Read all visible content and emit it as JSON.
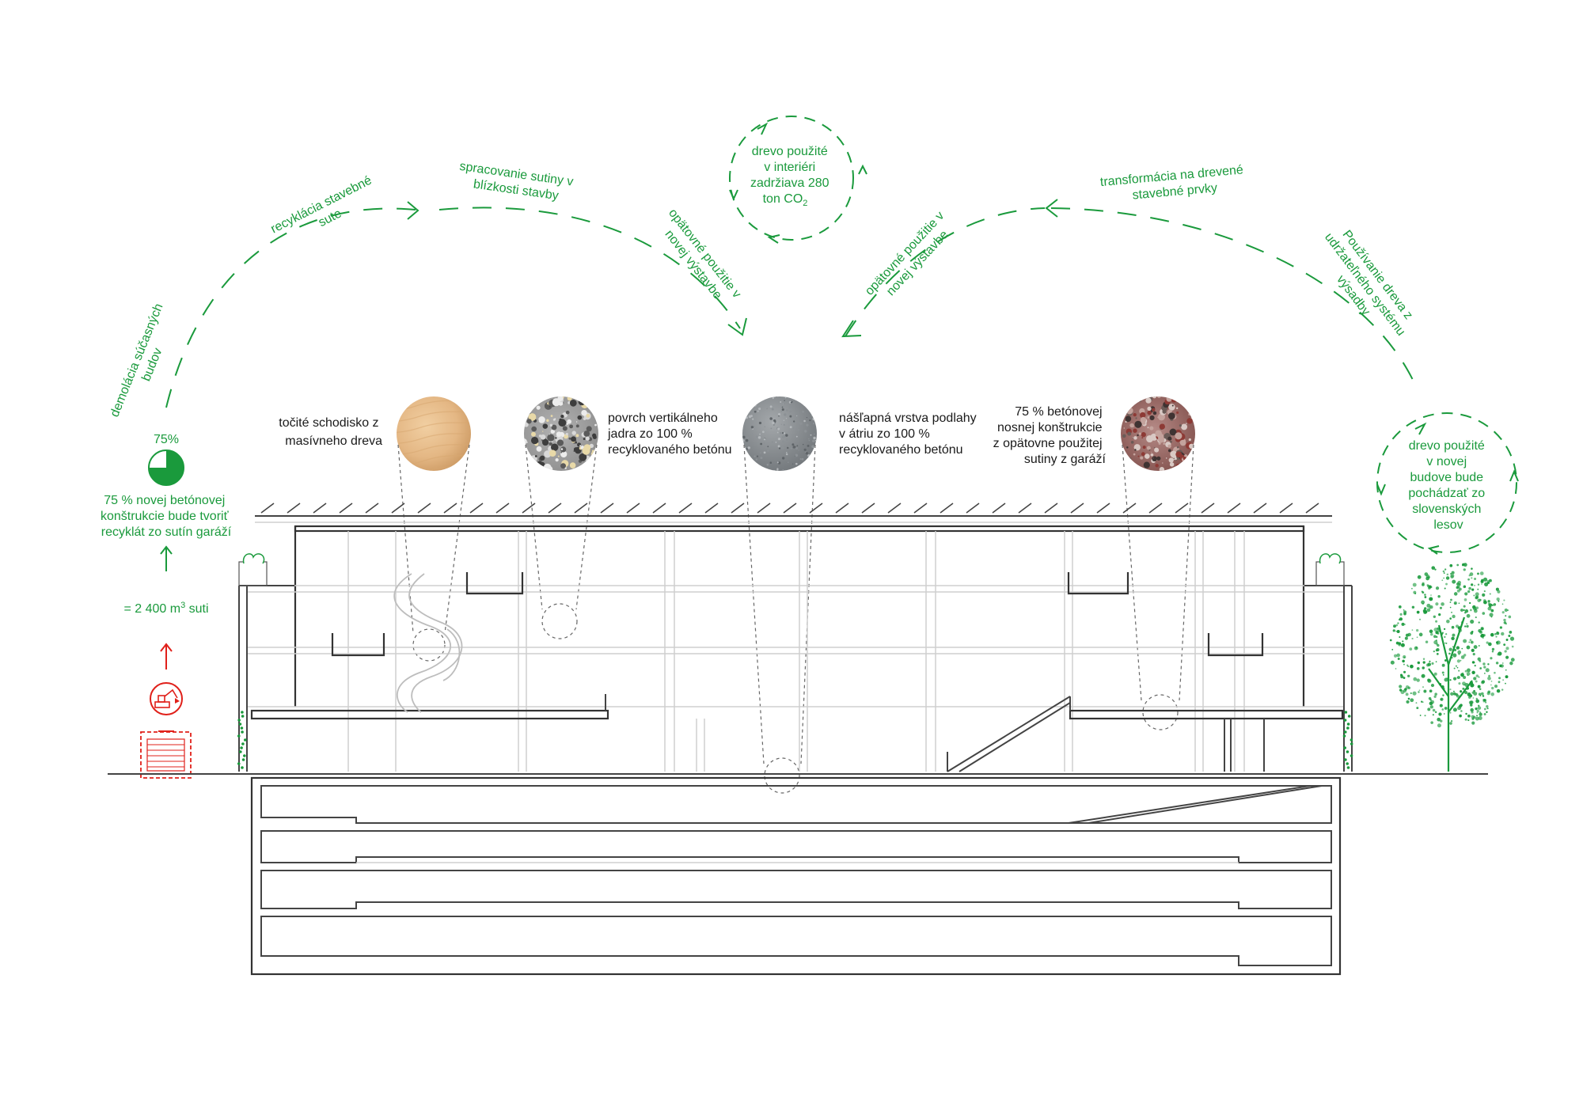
{
  "colors": {
    "green": "#1a9a3c",
    "red": "#e0201a",
    "building_line": "#444444",
    "light_line": "#cfcfcf"
  },
  "cycle_labels": {
    "demolition": [
      "demolácia súčasných",
      "budov"
    ],
    "recycling": [
      "recyklácia stavebné",
      "sute"
    ],
    "processing": [
      "spracovanie sutiny v",
      "blízkosti stavby"
    ],
    "reuse_left": [
      "opätovné použitie v",
      "novej výstavbe"
    ],
    "reuse_right": [
      "opätovné použitie v",
      "novej výstavbe"
    ],
    "transformation": [
      "transformácia na drevené",
      "stavebné prvky"
    ],
    "sustainable_wood": [
      "Používanie dreva z",
      "udržateľného systému",
      "výsadby"
    ]
  },
  "co2_cycle": {
    "lines": [
      "drevo použité",
      "v interiéri",
      "zadržiava 280"
    ],
    "co2_prefix": "ton CO",
    "co2_sub": "2"
  },
  "wood_cycle": {
    "lines": [
      "drevo použité",
      "v novej",
      "budove bude",
      "pochádzať zo",
      "slovenských",
      "lesov"
    ]
  },
  "left_column": {
    "percent": "75%",
    "percent_value": 75,
    "note": [
      "75 % novej betónovej",
      "konštrukcie bude tvoriť",
      "recyklát zo sutín garáží"
    ],
    "volume_prefix": "= 2 400 m",
    "volume_sup": "3",
    "volume_suffix": " suti"
  },
  "materials": [
    {
      "name": "wood",
      "label": [
        "točité schodisko z",
        "masívneho dreva"
      ]
    },
    {
      "name": "terrazzo",
      "label": [
        "povrch vertikálneho",
        "jadra zo 100 %",
        "recyklovaného betónu"
      ]
    },
    {
      "name": "grey-concrete",
      "label": [
        "nášľapná vrstva podlahy",
        "v átriu zo 100 %",
        "recyklovaného betónu"
      ]
    },
    {
      "name": "rubble-concrete",
      "label": [
        "75 % betónovej",
        "nosnej konštrukcie",
        "z opätovne použitej",
        "sutiny z garáží"
      ]
    }
  ],
  "icons": [
    "recycle-arrow-icon",
    "excavator-icon",
    "garage-rubble-icon",
    "tree-icon",
    "planter-icon"
  ]
}
